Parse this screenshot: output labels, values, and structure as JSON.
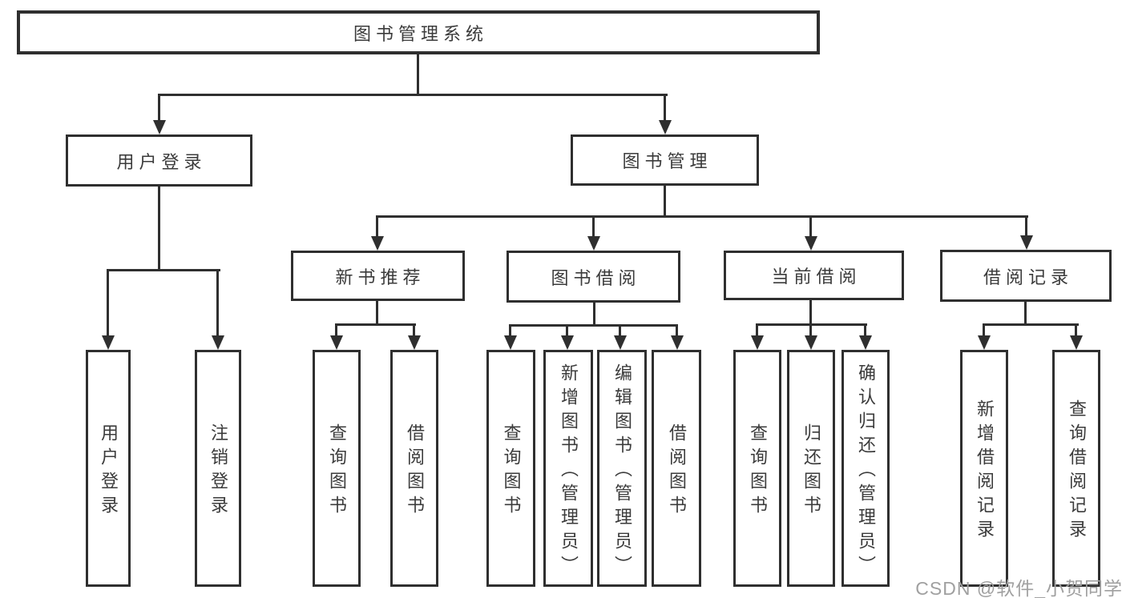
{
  "diagram": {
    "type": "hierarchy-tree",
    "title": "图书管理系统",
    "root": {
      "label": "图书管理系统",
      "children": [
        {
          "label": "用户登录",
          "children": [
            {
              "label": "用户登录"
            },
            {
              "label": "注销登录"
            }
          ]
        },
        {
          "label": "图书管理",
          "children": [
            {
              "label": "新书推荐",
              "children": [
                {
                  "label": "查询图书"
                },
                {
                  "label": "借阅图书"
                }
              ]
            },
            {
              "label": "图书借阅",
              "children": [
                {
                  "label": "查询图书"
                },
                {
                  "label": "新增图书（管理员）"
                },
                {
                  "label": "编辑图书（管理员）"
                },
                {
                  "label": "借阅图书"
                }
              ]
            },
            {
              "label": "当前借阅",
              "children": [
                {
                  "label": "查询图书"
                },
                {
                  "label": "归还图书"
                },
                {
                  "label": "确认归还（管理员）"
                }
              ]
            },
            {
              "label": "借阅记录",
              "children": [
                {
                  "label": "新增借阅记录"
                },
                {
                  "label": "查询借阅记录"
                }
              ]
            }
          ]
        }
      ]
    }
  },
  "watermark": {
    "text": "CSDN @软件_小贺同学"
  },
  "colors": {
    "line": "#2f2f2f",
    "box_background": "#ffffff",
    "text": "#3b3b3b",
    "page_background": "#ffffff",
    "watermark": "#a0a0a0"
  }
}
